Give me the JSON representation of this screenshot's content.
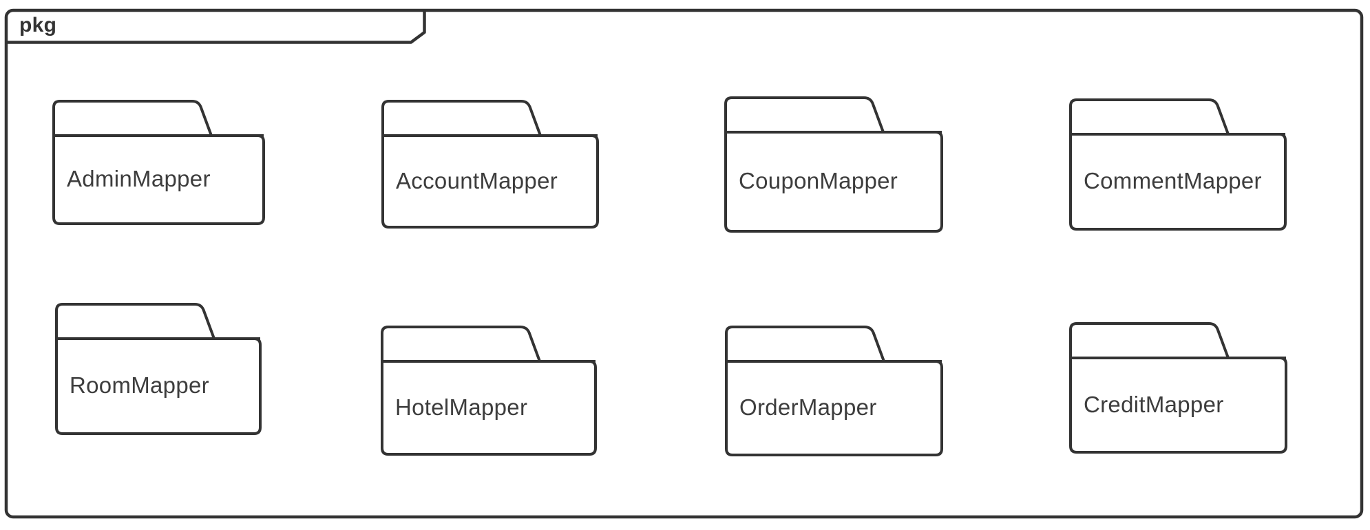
{
  "diagram": {
    "type": "uml-package-diagram",
    "frame_label": "pkg",
    "colors": {
      "stroke": "#333333",
      "label": "#3d3d3d",
      "background": "#ffffff"
    },
    "packages": [
      {
        "label": "AdminMapper"
      },
      {
        "label": "AccountMapper"
      },
      {
        "label": "CouponMapper"
      },
      {
        "label": "CommentMapper"
      },
      {
        "label": "RoomMapper"
      },
      {
        "label": "HotelMapper"
      },
      {
        "label": "OrderMapper"
      },
      {
        "label": "CreditMapper"
      }
    ]
  }
}
